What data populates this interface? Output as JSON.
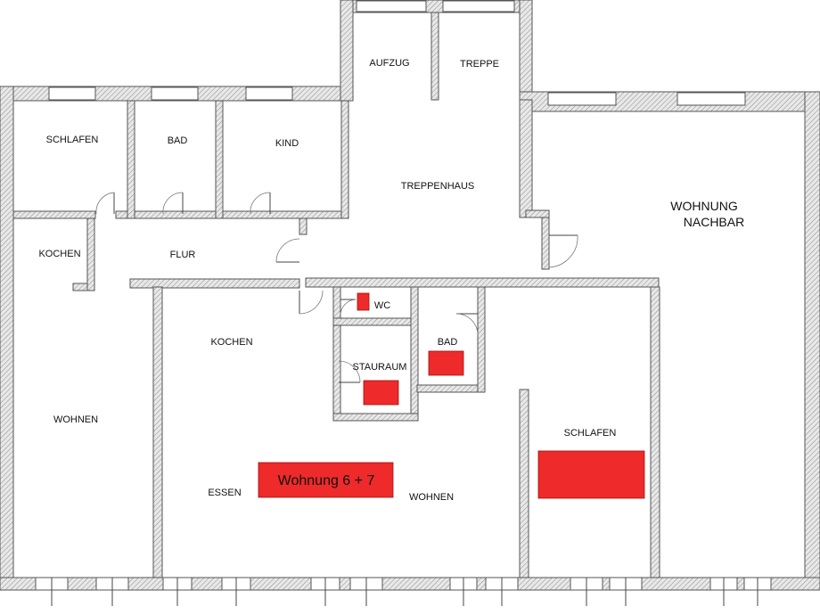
{
  "rooms": {
    "aufzug": "AUFZUG",
    "treppe": "TREPPE",
    "treppenhaus": "TREPPENHAUS",
    "wohnung_nachbar_1": "WOHNUNG",
    "wohnung_nachbar_2": "NACHBAR",
    "schlafen_left": "SCHLAFEN",
    "bad_left": "BAD",
    "kind": "KIND",
    "kochen_left": "KOCHEN",
    "flur": "FLUR",
    "wohnen_left": "WOHNEN",
    "kochen_main": "KOCHEN",
    "essen": "ESSEN",
    "wohnen_main": "WOHNEN",
    "wc": "WC",
    "stauraum": "STAURAUM",
    "bad_right": "BAD",
    "schlafen_right": "SCHLAFEN"
  },
  "unit_label": "Wohnung 6 +  7",
  "colors": {
    "highlight": "#ee2a2a",
    "wall_hatch": "#888888"
  }
}
